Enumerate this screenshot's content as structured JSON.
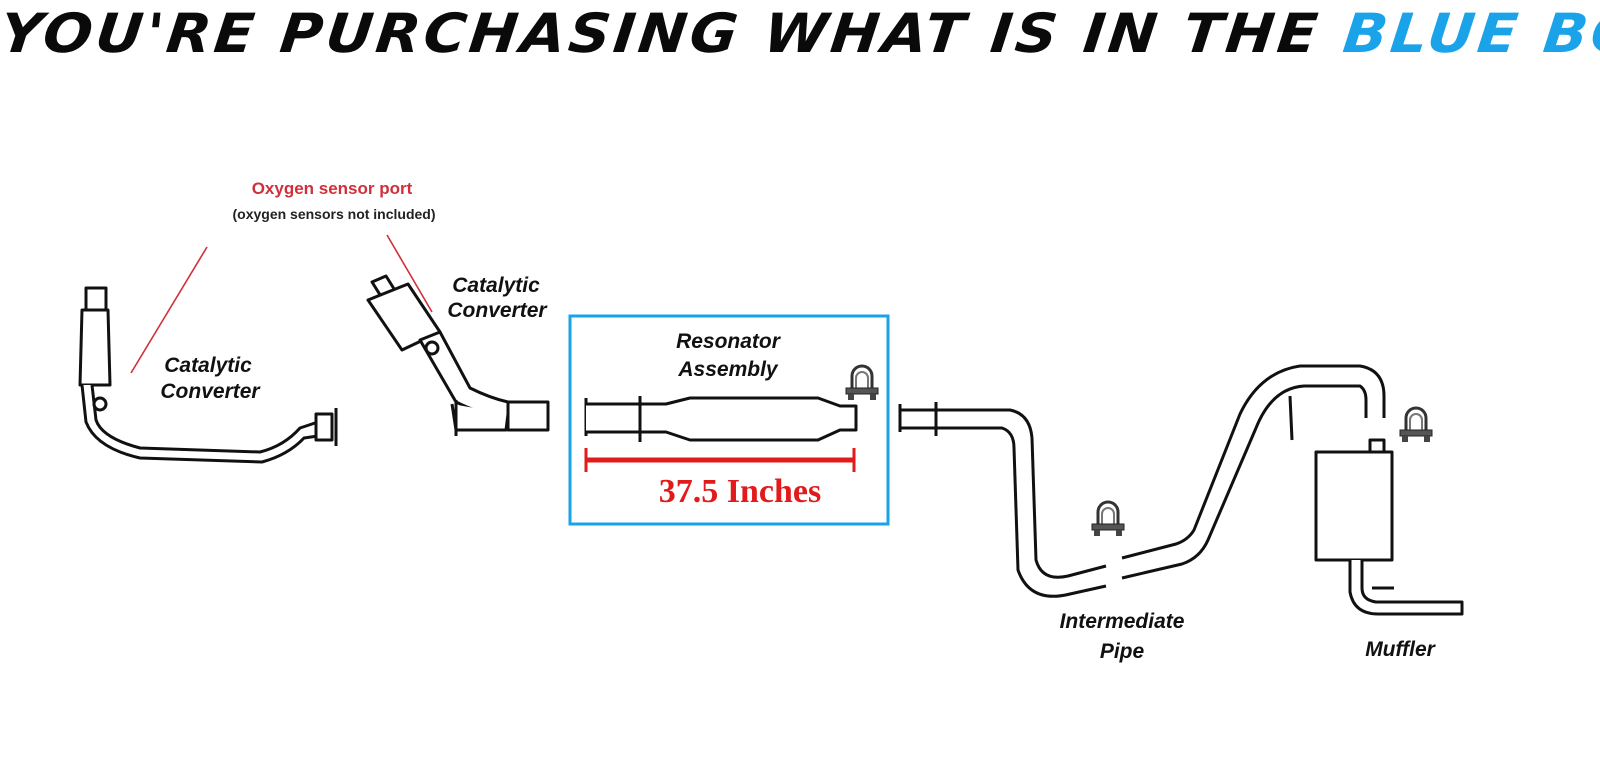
{
  "banner": {
    "prefix": "YOU'RE PURCHASING WHAT IS IN THE",
    "highlight": "BLUE BOX",
    "prefix_color": "#0a0a0a",
    "highlight_color": "#1aa3e8"
  },
  "callout": {
    "title": "Oxygen sensor port",
    "subtitle": "(oxygen sensors not included)",
    "color": "#d0303a"
  },
  "parts": {
    "cat_left": [
      "Catalytic",
      "Converter"
    ],
    "cat_right": [
      "Catalytic",
      "Converter"
    ],
    "resonator": [
      "Resonator",
      "Assembly"
    ],
    "intermediate": [
      "Intermediate",
      "Pipe"
    ],
    "muffler": "Muffler"
  },
  "measurement": {
    "label": "37.5 Inches",
    "color": "#e11b1b"
  },
  "highlight_box": {
    "color": "#1aa3e8"
  }
}
